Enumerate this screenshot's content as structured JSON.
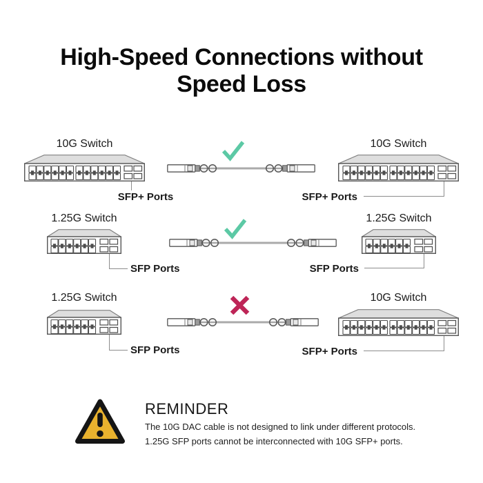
{
  "title": {
    "line1": "High-Speed Connections without",
    "line2": "Speed Loss"
  },
  "colors": {
    "check": "#5CC9A5",
    "cross": "#BE2557",
    "warning_fill": "#E9B22E",
    "line_art": "#4d4d4d",
    "label_line": "#8c8c8c"
  },
  "rows": [
    {
      "mark": "check",
      "left": {
        "label": "10G Switch",
        "size": "large",
        "port_label": "SFP+ Ports"
      },
      "right": {
        "label": "10G Switch",
        "size": "large",
        "port_label": "SFP+ Ports"
      }
    },
    {
      "mark": "check",
      "left": {
        "label": "1.25G Switch",
        "size": "small",
        "port_label": "SFP Ports"
      },
      "right": {
        "label": "1.25G Switch",
        "size": "small",
        "port_label": "SFP Ports"
      }
    },
    {
      "mark": "cross",
      "left": {
        "label": "1.25G Switch",
        "size": "small",
        "port_label": "SFP Ports"
      },
      "right": {
        "label": "10G Switch",
        "size": "large",
        "port_label": "SFP+ Ports"
      }
    }
  ],
  "reminder": {
    "heading": "REMINDER",
    "lines": [
      "The 10G DAC cable is not designed to link under different protocols.",
      "1.25G SFP ports cannot be interconnected with 10G SFP+ ports."
    ]
  }
}
